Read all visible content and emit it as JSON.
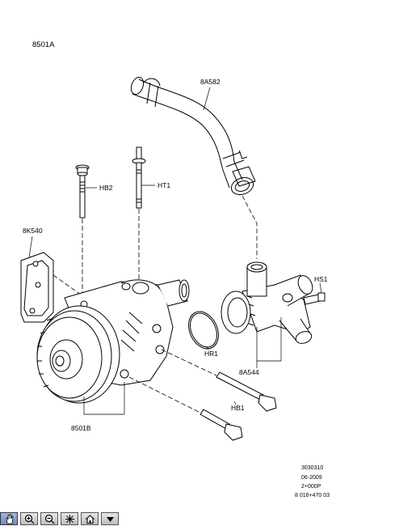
{
  "diagram": {
    "title": "8501A",
    "callouts": {
      "hose": "8A582",
      "bolt_hb2": "HB2",
      "stud_ht1": "HT1",
      "gasket": "8K540",
      "sensor": "HS1",
      "oring": "HR1",
      "housing": "8A544",
      "bolt_hb1": "HB1",
      "pump": "8501B"
    },
    "reference": {
      "line1": "3030310",
      "line2": "06-2009",
      "line3": "2+000P",
      "line4": "8 016+470 03"
    }
  },
  "toolbar": {
    "tools": [
      {
        "icon": "select-hand-icon",
        "active": true
      },
      {
        "icon": "zoom-in-icon",
        "active": false
      },
      {
        "icon": "zoom-out-icon",
        "active": false
      },
      {
        "icon": "highlight-star-icon",
        "active": false
      },
      {
        "icon": "home-icon",
        "active": false
      },
      {
        "icon": "dropdown-arrow-icon",
        "active": false
      }
    ]
  }
}
